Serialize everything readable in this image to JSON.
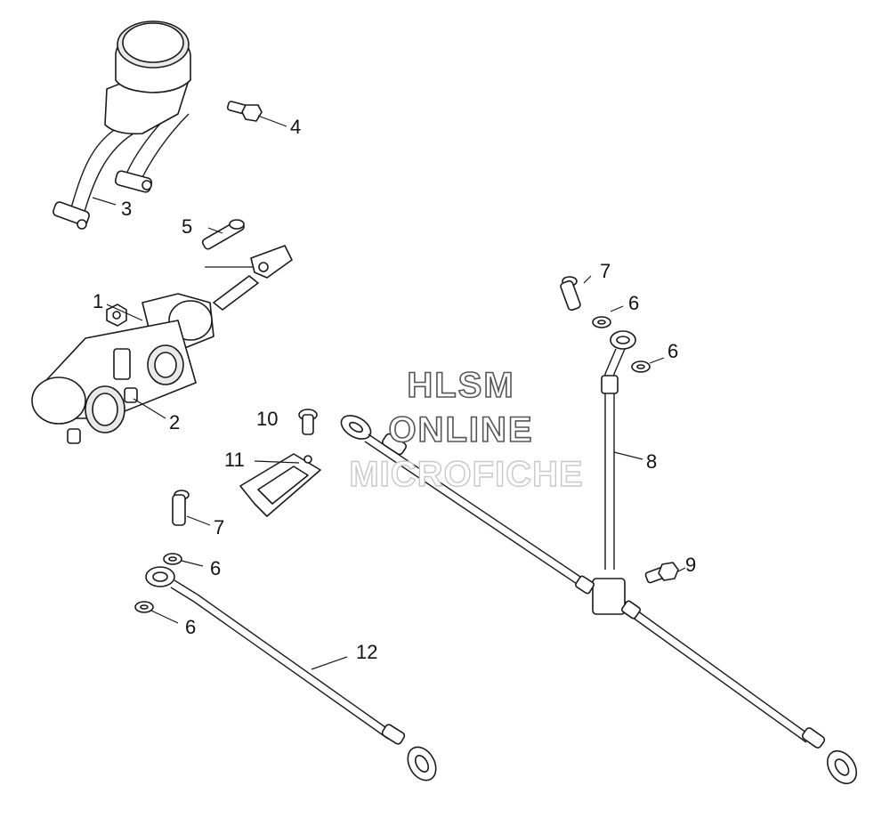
{
  "watermark": {
    "line1": "HLSM",
    "line2": "ONLINE",
    "line3": "MICROFICHE"
  },
  "callouts": {
    "c1": "1",
    "c2": "2",
    "c3": "3",
    "c4": "4",
    "c5": "5",
    "c6a": "6",
    "c6b": "6",
    "c6c": "6",
    "c6d": "6",
    "c7a": "7",
    "c7b": "7",
    "c8": "8",
    "c9": "9",
    "c10": "10",
    "c11": "11",
    "c12": "12"
  }
}
